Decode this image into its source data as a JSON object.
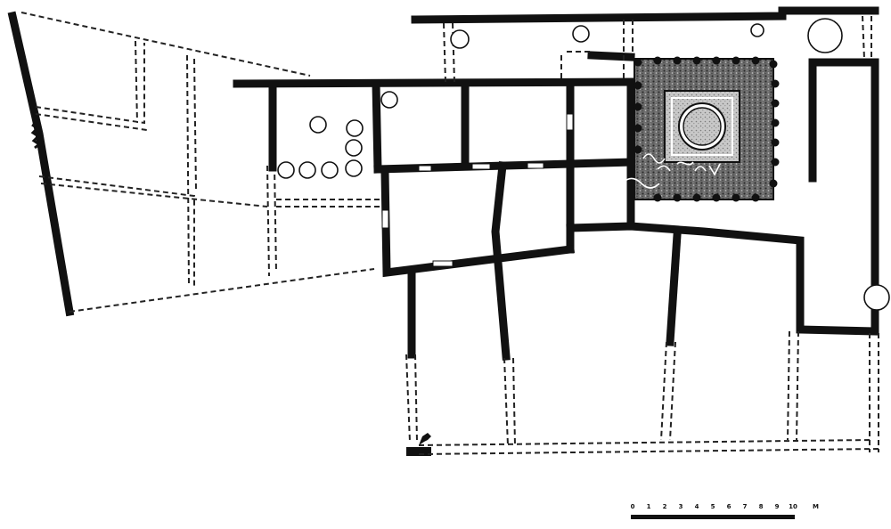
{
  "plan": {
    "scale_bar": {
      "ticks": [
        "0",
        "1",
        "2",
        "3",
        "4",
        "5",
        "6",
        "7",
        "8",
        "9",
        "10"
      ],
      "unit": "M"
    }
  }
}
